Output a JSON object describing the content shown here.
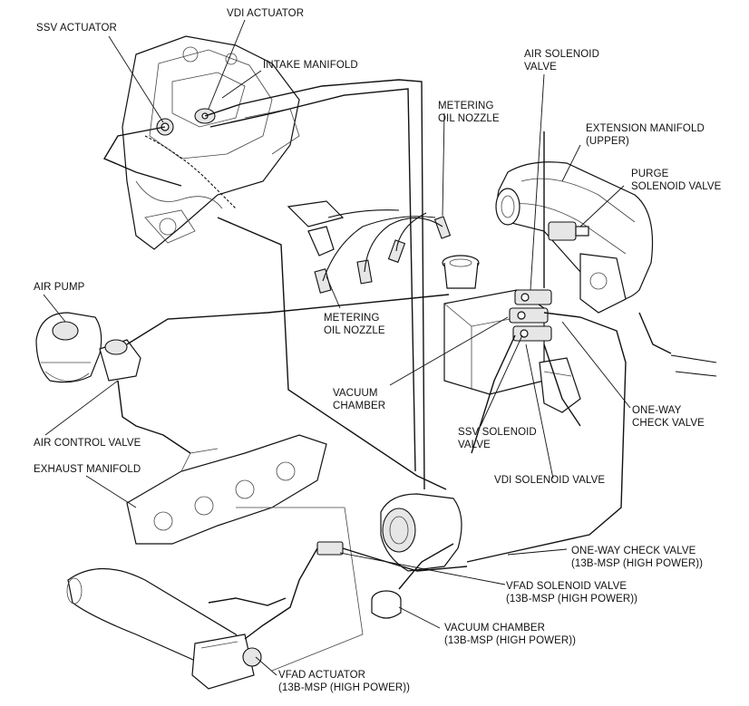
{
  "diagram": {
    "labels": {
      "ssv_actuator": "SSV ACTUATOR",
      "vdi_actuator": "VDI ACTUATOR",
      "intake_manifold": "INTAKE MANIFOLD",
      "metering_oil_nozzle_top": [
        "METERING",
        "OIL NOZZLE"
      ],
      "air_solenoid_valve": [
        "AIR SOLENOID",
        "VALVE"
      ],
      "extension_manifold_upper": [
        "EXTENSION MANIFOLD",
        "(UPPER)"
      ],
      "purge_solenoid_valve": [
        "PURGE",
        "SOLENOID VALVE"
      ],
      "air_pump": "AIR PUMP",
      "metering_oil_nozzle_mid": [
        "METERING",
        "OIL NOZZLE"
      ],
      "vacuum_chamber": [
        "VACUUM",
        "CHAMBER"
      ],
      "one_way_check_valve": [
        "ONE-WAY",
        "CHECK VALVE"
      ],
      "ssv_solenoid_valve": [
        "SSV SOLENOID",
        "VALVE"
      ],
      "air_control_valve": "AIR CONTROL VALVE",
      "exhaust_manifold": "EXHAUST MANIFOLD",
      "vdi_solenoid_valve": "VDI SOLENOID VALVE",
      "one_way_check_valve_13b": [
        "ONE-WAY CHECK VALVE",
        "(13B-MSP (HIGH POWER))"
      ],
      "vfad_solenoid_valve": [
        "VFAD SOLENOID VALVE",
        "(13B-MSP (HIGH POWER))"
      ],
      "vacuum_chamber_13b": [
        "VACUUM CHAMBER",
        "(13B-MSP (HIGH POWER))"
      ],
      "vfad_actuator": [
        "VFAD ACTUATOR",
        "(13B-MSP (HIGH POWER))"
      ]
    }
  }
}
